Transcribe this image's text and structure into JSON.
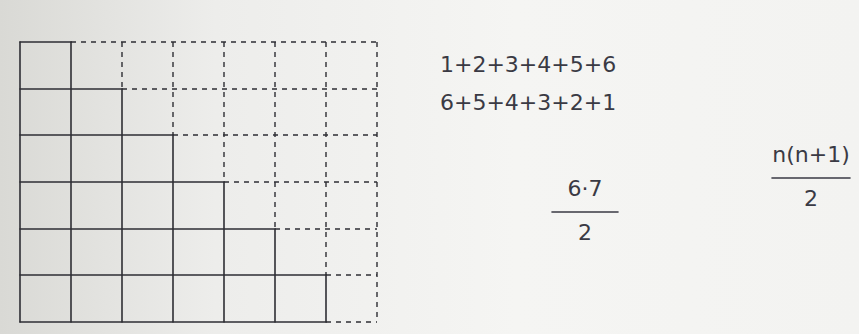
{
  "diagram": {
    "labels": [
      "1+2+3+4+5+6",
      "6+5+4+3+2+1",
      "6·7",
      "2",
      "n(n+1)",
      "2"
    ]
  }
}
